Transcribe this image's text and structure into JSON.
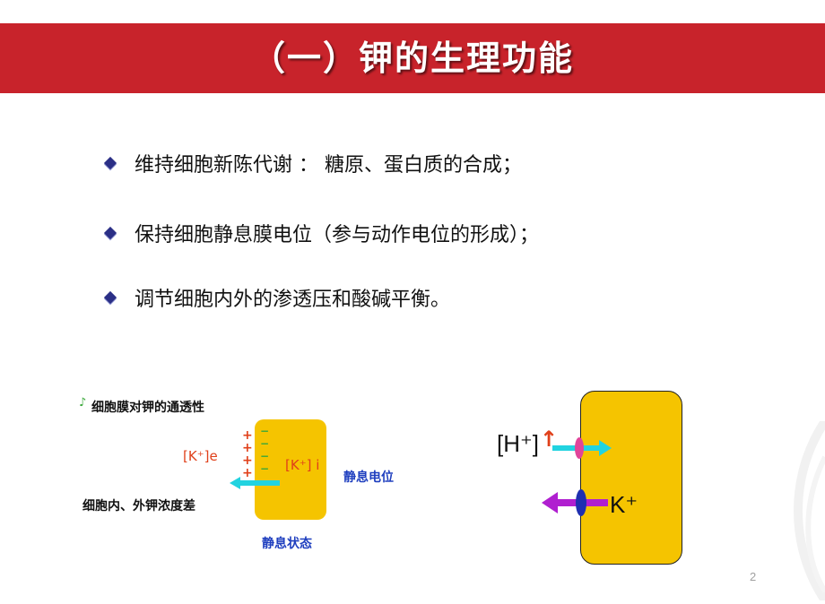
{
  "title": "（一）钾的生理功能",
  "bullets": [
    "维持细胞新陈代谢 ：  糖原、蛋白质的合成；",
    "保持细胞静息膜电位（参与动作电位的形成）；",
    "调节细胞内外的渗透压和酸碱平衡。"
  ],
  "left_figure": {
    "heading_mark": "♪",
    "heading": "细胞膜对钾的通透性",
    "k_out": "[K⁺]e",
    "k_in": "[K⁺] i",
    "resting_potential": "静息电位",
    "gradient_label": "细胞内、外钾浓度差",
    "resting_state": "静息状态",
    "plus_signs": [
      "+",
      "+",
      "+",
      "+"
    ],
    "minus_signs": [
      "−",
      "−",
      "−",
      "−",
      "−"
    ]
  },
  "right_figure": {
    "h_label": "[H⁺]",
    "up_arrow": "↑",
    "k_label": "K⁺"
  },
  "page_number": "2",
  "colors": {
    "title_bar": "#c8232b",
    "cell_fill": "#f5c400",
    "cyan_arrow": "#22d3e0",
    "magenta_arrow": "#b01fd0",
    "blue_text": "#1f3fbf",
    "red_text": "#e0401a"
  }
}
